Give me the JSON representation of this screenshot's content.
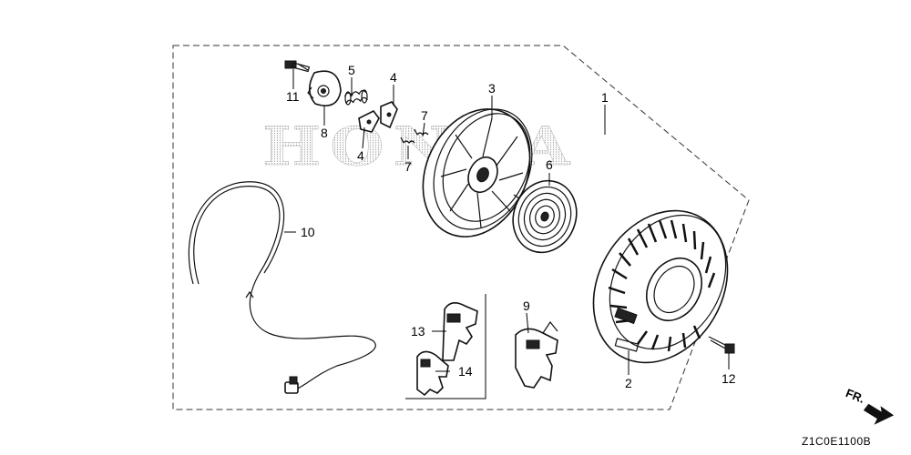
{
  "watermark": "HONDA",
  "diagram_code": "Z1C0E1100B",
  "direction": {
    "label": "FR.",
    "arrow": "arrow-right-icon"
  },
  "callouts": [
    {
      "id": "1",
      "label": "1"
    },
    {
      "id": "2",
      "label": "2"
    },
    {
      "id": "3",
      "label": "3"
    },
    {
      "id": "4a",
      "label": "4"
    },
    {
      "id": "4b",
      "label": "4"
    },
    {
      "id": "5",
      "label": "5"
    },
    {
      "id": "6",
      "label": "6"
    },
    {
      "id": "7a",
      "label": "7"
    },
    {
      "id": "7b",
      "label": "7"
    },
    {
      "id": "8",
      "label": "8"
    },
    {
      "id": "9",
      "label": "9"
    },
    {
      "id": "10",
      "label": "10"
    },
    {
      "id": "11",
      "label": "11"
    },
    {
      "id": "12",
      "label": "12"
    },
    {
      "id": "13",
      "label": "13"
    },
    {
      "id": "14",
      "label": "14"
    }
  ]
}
